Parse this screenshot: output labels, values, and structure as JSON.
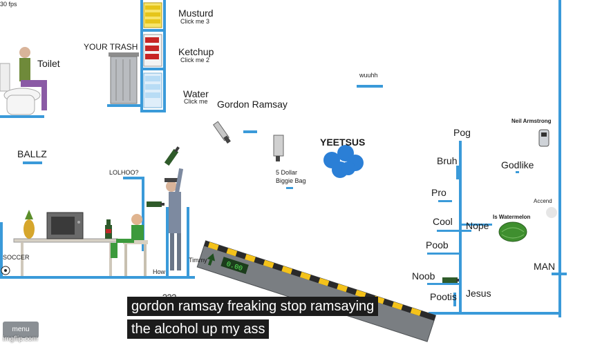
{
  "hud": {
    "fps": "30 fps"
  },
  "labels": {
    "musturd": "Musturd",
    "musturd_hint": "Click me 3",
    "ketchup": "Ketchup",
    "ketchup_hint": "Click me 2",
    "water": "Water",
    "water_hint": "Click me",
    "gordon": "Gordon Ramsay",
    "your_trash": "YOUR TRASH",
    "toilet": "Toilet",
    "ballz": "BALLZ",
    "lolhoo": "LOLHOO?",
    "soccer": "SOCCER",
    "how": "How",
    "timmy": "Timmy",
    "question": "???",
    "wuuhh": "wuuhh",
    "yeetsus": "YEETSUS",
    "five_dollar": "5 Dollar",
    "biggie_bag": "Biggie Bag",
    "pog": "Pog",
    "neil": "Neil Armstrong",
    "bruh": "Bruh",
    "godlike": "Godlike",
    "pro": "Pro",
    "accend": "Accend",
    "cool": "Cool",
    "nope": "Nope",
    "is_watermelon": "Is Watermelon",
    "poob": "Poob",
    "man": "MAN",
    "noob": "Noob",
    "pootis": "Pootis",
    "jesus": "Jesus"
  },
  "caption": {
    "line1": "gordon ramsay freaking stop ramsaying",
    "line2": "the alcohol up my ass"
  },
  "platform": {
    "display": "0.00"
  },
  "menu_label": "menu",
  "watermark": "imgflip.com",
  "colors": {
    "beam": "#3a9ad9",
    "caption_bg": "#1c1c1c",
    "stripe": "#f4c21a"
  }
}
